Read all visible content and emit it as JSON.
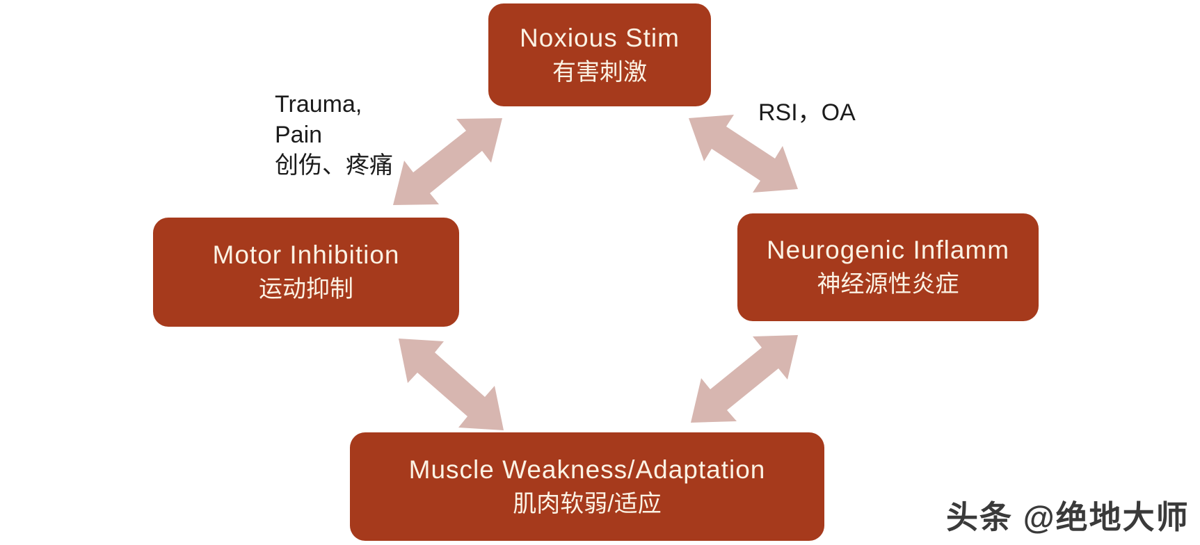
{
  "colors": {
    "box": "#A63A1C",
    "arrow": "#D7B6B0",
    "box_text": "#FBF2E4",
    "label_text": "#1B1B1B",
    "watermark_text": "#3A3A3A"
  },
  "nodes": {
    "top": {
      "en": "Noxious Stim",
      "zh": "有害刺激"
    },
    "right": {
      "en": "Neurogenic Inflamm",
      "zh": "神经源性炎症"
    },
    "bottom": {
      "en": "Muscle Weakness/Adaptation",
      "zh": "肌肉软弱/适应"
    },
    "left": {
      "en": "Motor Inhibition",
      "zh": "运动抑制"
    }
  },
  "labels": {
    "trauma_line1": "Trauma,",
    "trauma_line2": "Pain",
    "trauma_line3": "创伤、疼痛",
    "rsi": "RSI，OA"
  },
  "watermark": "头条 @绝地大师"
}
